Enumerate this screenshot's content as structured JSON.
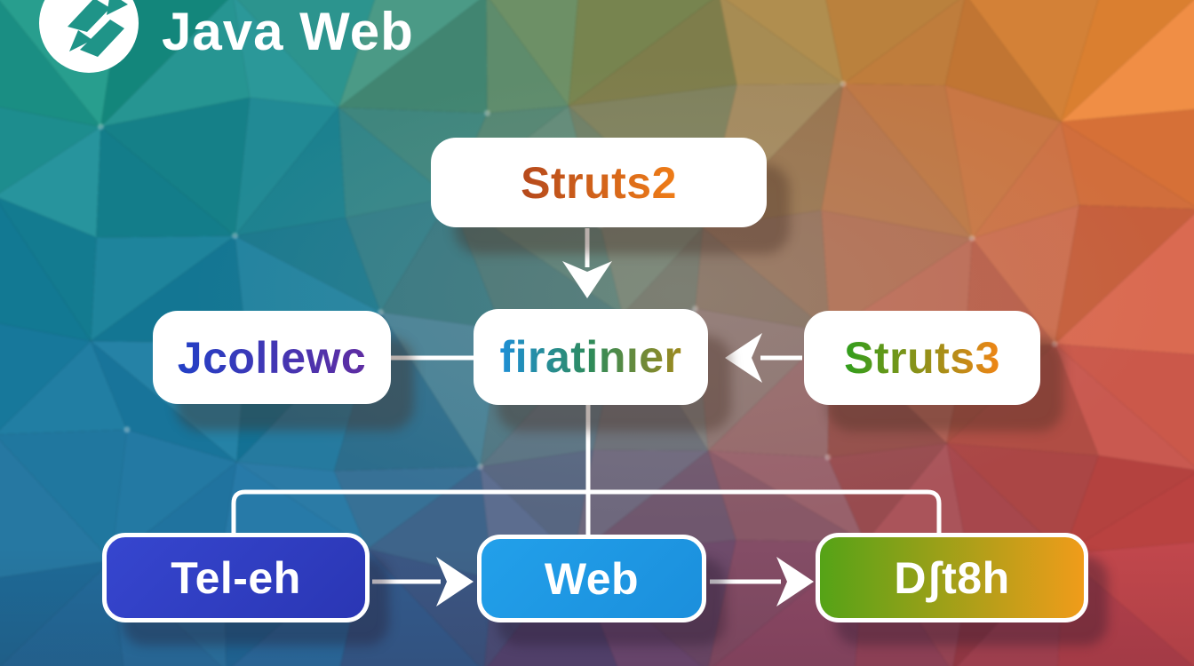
{
  "page": {
    "title": "Java Web"
  },
  "logo": {
    "name": "interlocked-arrows-logo"
  },
  "nodes": {
    "struts2": {
      "label": "Struts2"
    },
    "jcollewc": {
      "label": "Jcollewc"
    },
    "firatinier": {
      "label": "firatinıer"
    },
    "struts3": {
      "label": "Struts3"
    },
    "teleh": {
      "label": "Tel-eh"
    },
    "web": {
      "label": "Web"
    },
    "djt8h": {
      "label": "Dʃt8h"
    }
  },
  "edges": [
    {
      "from": "struts2",
      "to": "firatinier",
      "type": "arrow",
      "direction": "down"
    },
    {
      "from": "jcollewc",
      "to": "firatinier",
      "type": "line"
    },
    {
      "from": "struts3",
      "to": "firatinier",
      "type": "arrow",
      "direction": "left"
    },
    {
      "from": "firatinier",
      "to": "teleh",
      "type": "line"
    },
    {
      "from": "firatinier",
      "to": "web",
      "type": "line"
    },
    {
      "from": "firatinier",
      "to": "djt8h",
      "type": "line"
    },
    {
      "from": "teleh",
      "to": "web",
      "type": "arrow",
      "direction": "right"
    },
    {
      "from": "web",
      "to": "djt8h",
      "type": "arrow",
      "direction": "right"
    }
  ],
  "colors": {
    "box_bg": "#ffffff",
    "connector": "#ffffff",
    "title_text": "#ffffff",
    "logo_glyph": "#1f9488",
    "struts2_text": [
      "#b5491c",
      "#ef7d18"
    ],
    "jcollewc_text": [
      "#2340c6",
      "#5f2da2"
    ],
    "firatinier_text": [
      "#1e8fd8",
      "#2f8b5a",
      "#9f8a1e"
    ],
    "struts3_text": [
      "#2f9e1c",
      "#f08516"
    ],
    "teleh_fill": [
      "#3646cf",
      "#2a36b4"
    ],
    "web_fill": [
      "#22a0ea",
      "#1b8fdc"
    ],
    "djt8h_fill": [
      "#55a317",
      "#f09c1a"
    ]
  }
}
